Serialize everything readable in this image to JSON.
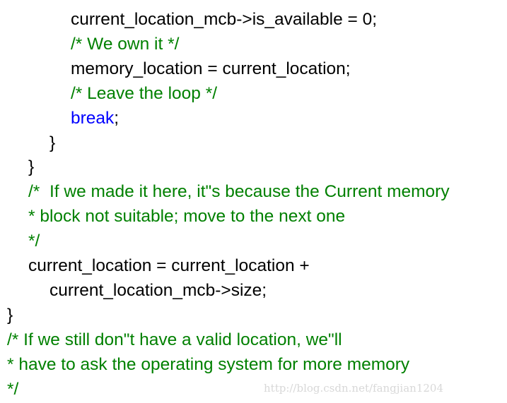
{
  "colors": {
    "code": "#000000",
    "comment": "#008000",
    "keyword": "#0000ff",
    "watermark": "#d8d8d8",
    "background": "#ffffff"
  },
  "lines": [
    {
      "indent": 3,
      "segments": [
        {
          "kind": "code",
          "text": "current_location_mcb->is_available = 0;"
        }
      ]
    },
    {
      "indent": 3,
      "segments": [
        {
          "kind": "comment",
          "text": "/* We own it */"
        }
      ]
    },
    {
      "indent": 3,
      "segments": [
        {
          "kind": "code",
          "text": "memory_location = current_location;"
        }
      ]
    },
    {
      "indent": 3,
      "segments": [
        {
          "kind": "comment",
          "text": "/* Leave the loop */"
        }
      ]
    },
    {
      "indent": 3,
      "segments": [
        {
          "kind": "keyword",
          "text": "break"
        },
        {
          "kind": "code",
          "text": ";"
        }
      ]
    },
    {
      "indent": 2,
      "segments": [
        {
          "kind": "code",
          "text": "}"
        }
      ]
    },
    {
      "indent": 1,
      "segments": [
        {
          "kind": "code",
          "text": "}"
        }
      ]
    },
    {
      "indent": 1,
      "segments": [
        {
          "kind": "comment",
          "text": "/*  If we made it here, it\"s because the Current memory"
        }
      ]
    },
    {
      "indent": 1,
      "segments": [
        {
          "kind": "comment",
          "text": "* block not suitable; move to the next one"
        }
      ]
    },
    {
      "indent": 1,
      "segments": [
        {
          "kind": "comment",
          "text": "*/"
        }
      ]
    },
    {
      "indent": 1,
      "segments": [
        {
          "kind": "code",
          "text": "current_location = current_location +"
        }
      ]
    },
    {
      "indent": 2,
      "segments": [
        {
          "kind": "code",
          "text": "current_location_mcb->size;"
        }
      ]
    },
    {
      "indent": 0,
      "segments": [
        {
          "kind": "code",
          "text": "}"
        }
      ]
    },
    {
      "indent": 0,
      "segments": [
        {
          "kind": "comment",
          "text": "/* If we still don\"t have a valid location, we\"ll"
        }
      ]
    },
    {
      "indent": 0,
      "segments": [
        {
          "kind": "comment",
          "text": "* have to ask the operating system for more memory"
        }
      ]
    },
    {
      "indent": 0,
      "segments": [
        {
          "kind": "comment",
          "text": "*/"
        }
      ]
    }
  ],
  "watermark": "http://blog.csdn.net/fangjian1204"
}
